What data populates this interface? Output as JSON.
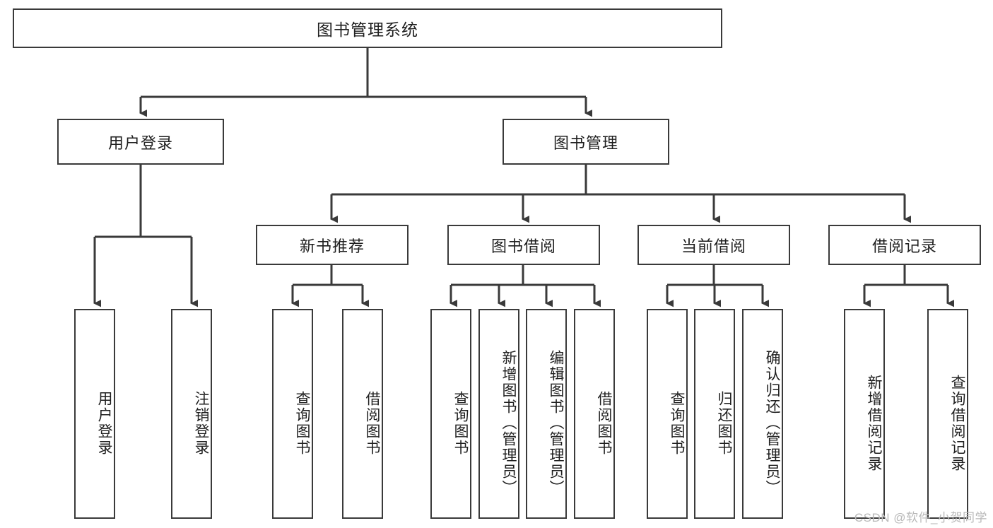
{
  "diagram": {
    "title": "图书管理系统",
    "watermark": "CSDN @软件_小贺同学",
    "colors": {
      "stroke": "#3a3a3a",
      "fill": "#ffffff",
      "text": "#1f1f1f",
      "watermark": "#b9b9b9"
    },
    "root": {
      "label": "图书管理系统"
    },
    "level2": [
      {
        "label": "用户登录"
      },
      {
        "label": "图书管理"
      }
    ],
    "level3": [
      {
        "label": "新书推荐"
      },
      {
        "label": "图书借阅"
      },
      {
        "label": "当前借阅"
      },
      {
        "label": "借阅记录"
      }
    ],
    "leaves": {
      "user_login": [
        {
          "label": "用户登录"
        },
        {
          "label": "注销登录"
        }
      ],
      "new_book": [
        {
          "label": "查询图书"
        },
        {
          "label": "借阅图书"
        }
      ],
      "book_borrow": [
        {
          "label": "查询图书"
        },
        {
          "label": "新增图书（管理员）"
        },
        {
          "label": "编辑图书（管理员）"
        },
        {
          "label": "借阅图书"
        }
      ],
      "current_borrow": [
        {
          "label": "查询图书"
        },
        {
          "label": "归还图书"
        },
        {
          "label": "确认归还（管理员）"
        }
      ],
      "borrow_record": [
        {
          "label": "新增借阅记录"
        },
        {
          "label": "查询借阅记录"
        }
      ]
    }
  }
}
